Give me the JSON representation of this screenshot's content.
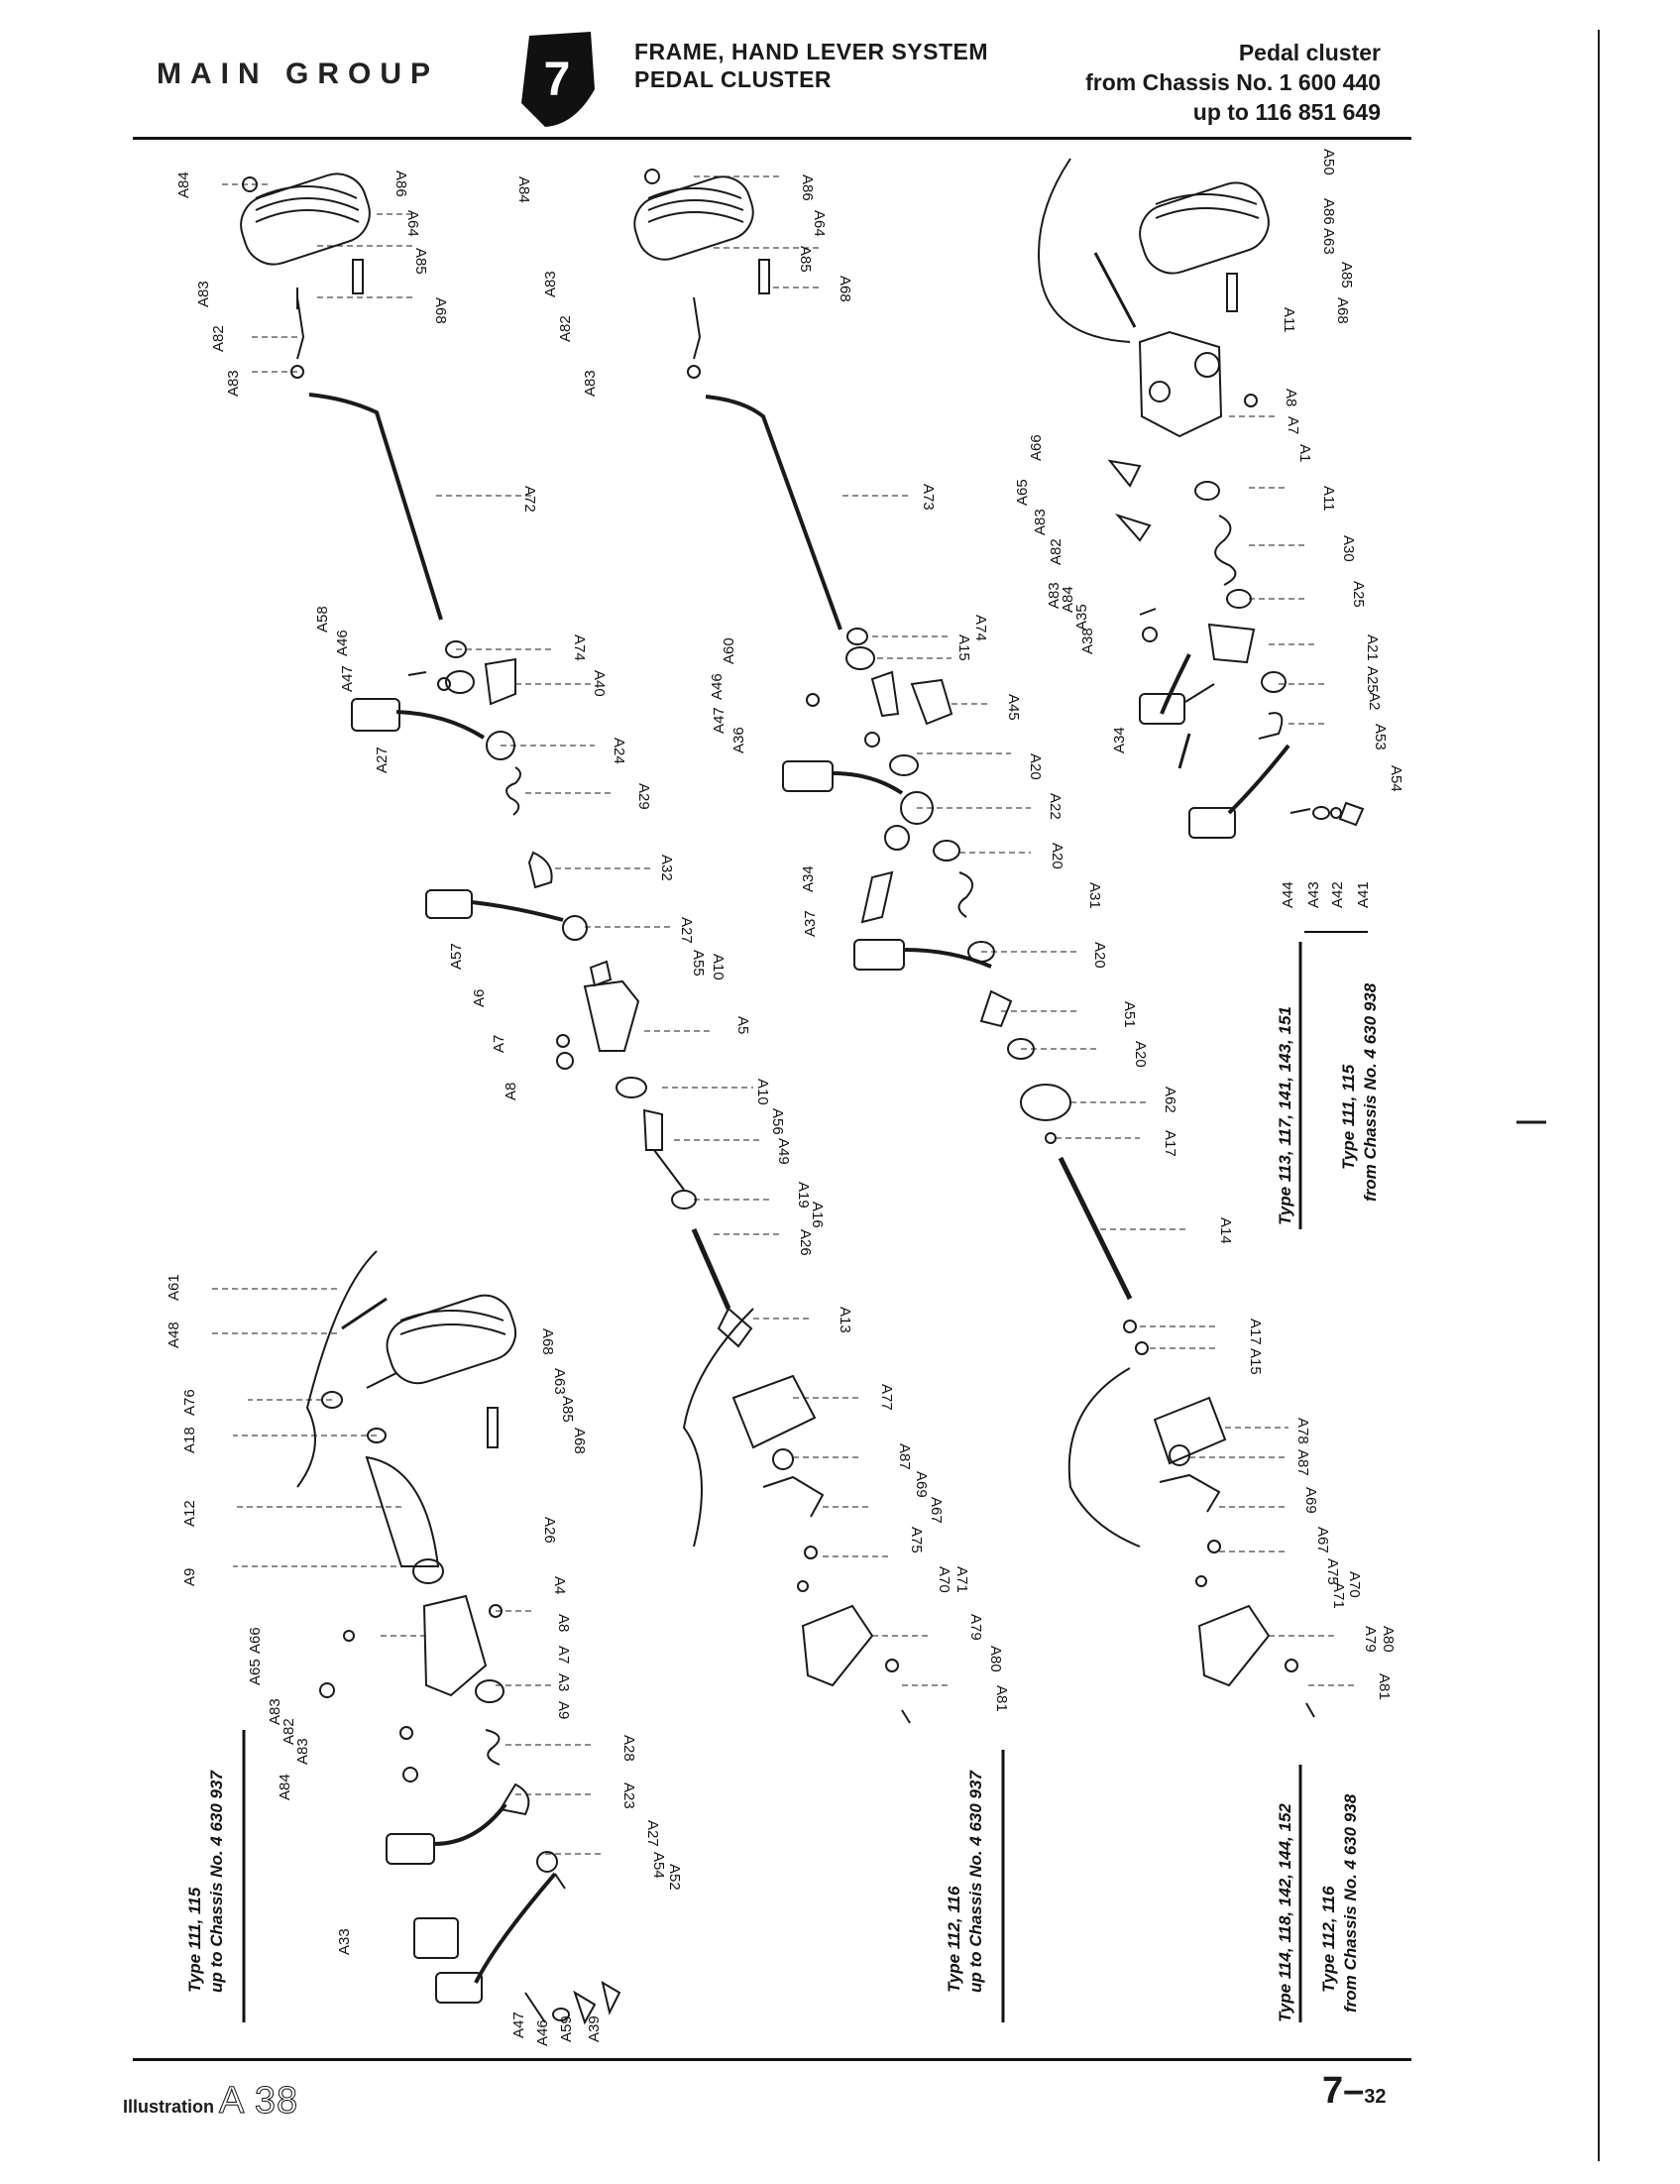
{
  "header": {
    "main_group": "MAIN GROUP",
    "group_number": "7",
    "title_line1": "FRAME, HAND LEVER SYSTEM",
    "title_line2": "PEDAL CLUSTER",
    "right_line1": "Pedal cluster",
    "right_line2": "from Chassis No. 1 600 440",
    "right_line3": "up to 116 851 649"
  },
  "type_labels": {
    "t1_line1": "Type 111, 115",
    "t1_line2": "up to Chassis No. 4 630 937",
    "t2_line1": "Type 112, 116",
    "t2_line2": "up to Chassis No. 4 630 937",
    "t3_line1": "Type 113, 117, 141, 143, 151",
    "t3_line2": "Type 111, 115",
    "t3_line3": "from Chassis No. 4 630 938",
    "t4_line1": "Type 114, 118, 142, 144, 152",
    "t4_line2": "Type 112, 116",
    "t4_line3": "from Chassis No. 4 630 938"
  },
  "footer": {
    "illustration_label": "Illustration",
    "illustration_id": "A 38",
    "page_major": "7",
    "page_minor": "32"
  },
  "callouts": [
    "A84",
    "A86",
    "A64",
    "A85",
    "A68",
    "A83",
    "A82",
    "A83",
    "A72",
    "A58",
    "A74",
    "A46",
    "A47",
    "A40",
    "A24",
    "A27",
    "A29",
    "A32",
    "A27",
    "A57",
    "A55",
    "A10",
    "A6",
    "A5",
    "A7",
    "A8",
    "A10",
    "A56",
    "A49",
    "A19",
    "A16",
    "A26",
    "A13",
    "A84",
    "A86",
    "A64",
    "A85",
    "A68",
    "A83",
    "A82",
    "A83",
    "A73",
    "A74",
    "A15",
    "A60",
    "A46",
    "A47",
    "A45",
    "A36",
    "A20",
    "A22",
    "A34",
    "A20",
    "A37",
    "A31",
    "A20",
    "A51",
    "A20",
    "A62",
    "A17",
    "A14",
    "A17",
    "A15",
    "A78",
    "A87",
    "A69",
    "A67",
    "A75",
    "A71",
    "A70",
    "A79",
    "A80",
    "A81",
    "A50",
    "A86",
    "A63",
    "A85",
    "A68",
    "A11",
    "A8",
    "A7",
    "A1",
    "A66",
    "A65",
    "A83",
    "A82",
    "A83",
    "A84",
    "A35",
    "A38",
    "A11",
    "A30",
    "A25",
    "A21",
    "A25",
    "A2",
    "A34",
    "A53",
    "A54",
    "A44",
    "A43",
    "A42",
    "A41",
    "A61",
    "A48",
    "A68",
    "A63",
    "A85",
    "A76",
    "A18",
    "A68",
    "A12",
    "A26",
    "A9",
    "A4",
    "A8",
    "A66",
    "A65",
    "A7",
    "A3",
    "A83",
    "A82",
    "A9",
    "A83",
    "A84",
    "A28",
    "A23",
    "A27",
    "A54",
    "A52",
    "A33",
    "A47",
    "A46",
    "A59",
    "A39",
    "A77",
    "A87",
    "A69",
    "A67",
    "A75",
    "A70",
    "A71",
    "A79",
    "A80",
    "A81"
  ]
}
